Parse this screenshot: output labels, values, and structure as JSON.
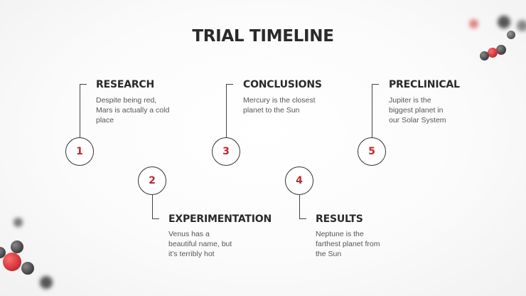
{
  "slide": {
    "title": "TRIAL TIMELINE",
    "accent_color": "#c0262d",
    "steps": [
      {
        "number": "1",
        "heading": "RESEARCH",
        "description": "Despite being red, Mars is actually a cold place"
      },
      {
        "number": "2",
        "heading": "EXPERIMENTATION",
        "description": "Venus has a beautiful name, but it’s terribly hot"
      },
      {
        "number": "3",
        "heading": "CONCLUSIONS",
        "description": "Mercury is the closest planet to the Sun"
      },
      {
        "number": "4",
        "heading": "RESULTS",
        "description": "Neptune is the farthest planet from the Sun"
      },
      {
        "number": "5",
        "heading": "PRECLINICAL",
        "description": "Jupiter is the biggest planet in our Solar System"
      }
    ],
    "decorations": [
      "molecule-top-right",
      "molecule-bottom-left"
    ]
  }
}
